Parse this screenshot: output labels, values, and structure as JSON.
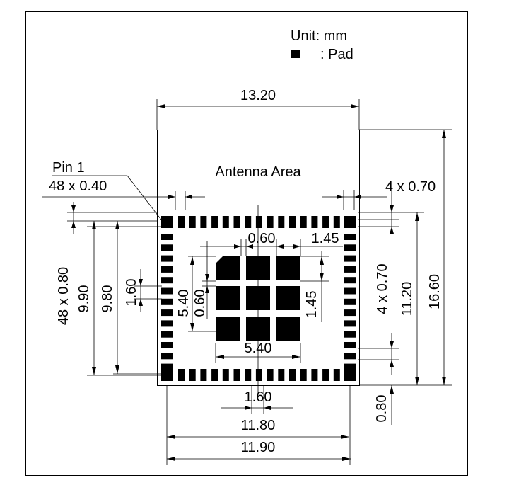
{
  "legend": {
    "unit": "Unit: mm",
    "pad_label": ": Pad"
  },
  "labels": {
    "antenna_area": "Antenna Area",
    "pin1": "Pin 1"
  },
  "dimensions": {
    "module_width": "13.20",
    "module_height": "16.60",
    "pin_count_width": "48 x 0.40",
    "corner_pads_h": "4 x 0.70",
    "corner_pads_v": "4 x 0.70",
    "pin_count_pitch": "48 x 0.80",
    "pitch_9_90": "9.90",
    "pitch_9_80": "9.80",
    "pitch_1_60_left": "1.60",
    "inner_5_40_v": "5.40",
    "inner_0_60_v": "0.60",
    "inner_0_60_h": "0.60",
    "inner_1_45_h": "1.45",
    "inner_1_45_v": "1.45",
    "inner_5_40_h": "5.40",
    "pad_area_11_20": "11.20",
    "bottom_0_80": "0.80",
    "pitch_1_60_bottom": "1.60",
    "span_11_80": "11.80",
    "span_11_90": "11.90"
  }
}
